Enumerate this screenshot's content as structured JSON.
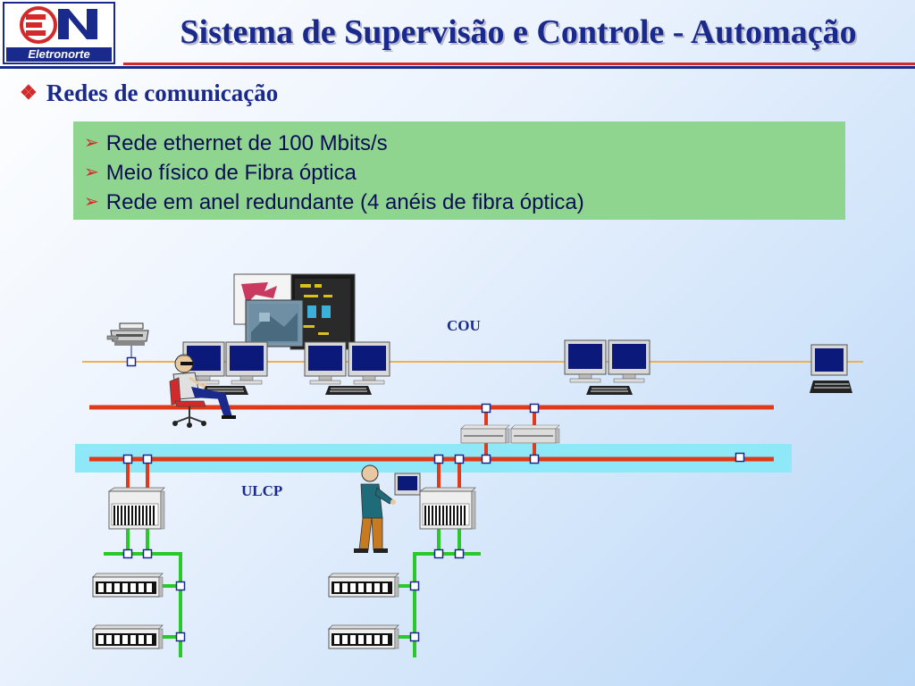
{
  "header": {
    "logo_text": "Eletronorte",
    "title": "Sistema de Supervisão e Controle - Automação"
  },
  "section": {
    "title": "Redes de comunicação"
  },
  "features": [
    "Rede ethernet de 100 Mbits/s",
    "Meio físico de Fibra óptica",
    "Rede em anel redundante (4 anéis de fibra óptica)"
  ],
  "diagram": {
    "labels": {
      "cou": "COU",
      "ulcp": "ULCP"
    }
  },
  "colors": {
    "title_blue": "#1a2a8c",
    "accent_red": "#d22a2a",
    "box_green": "#8fd48f",
    "ring_cyan": "#8fe8f8",
    "ethernet_orange": "#f0b050",
    "fieldbus_green": "#2ac82a"
  }
}
